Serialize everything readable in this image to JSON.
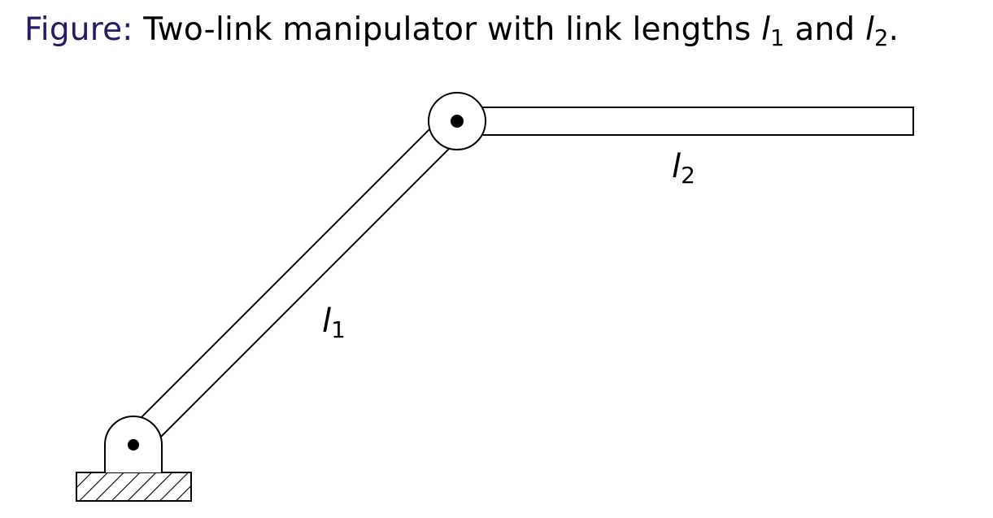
{
  "caption": {
    "prefix": "Figure:",
    "text_before_l1": "Two-link manipulator with link lengths",
    "l1_symbol": "l",
    "l1_sub": "1",
    "middle": "and",
    "l2_symbol": "l",
    "l2_sub": "2",
    "end": "."
  },
  "labels": {
    "link1": {
      "symbol": "l",
      "sub": "1"
    },
    "link2": {
      "symbol": "l",
      "sub": "2"
    }
  },
  "colors": {
    "caption_prefix": "#231a6b",
    "stroke": "#000000"
  }
}
